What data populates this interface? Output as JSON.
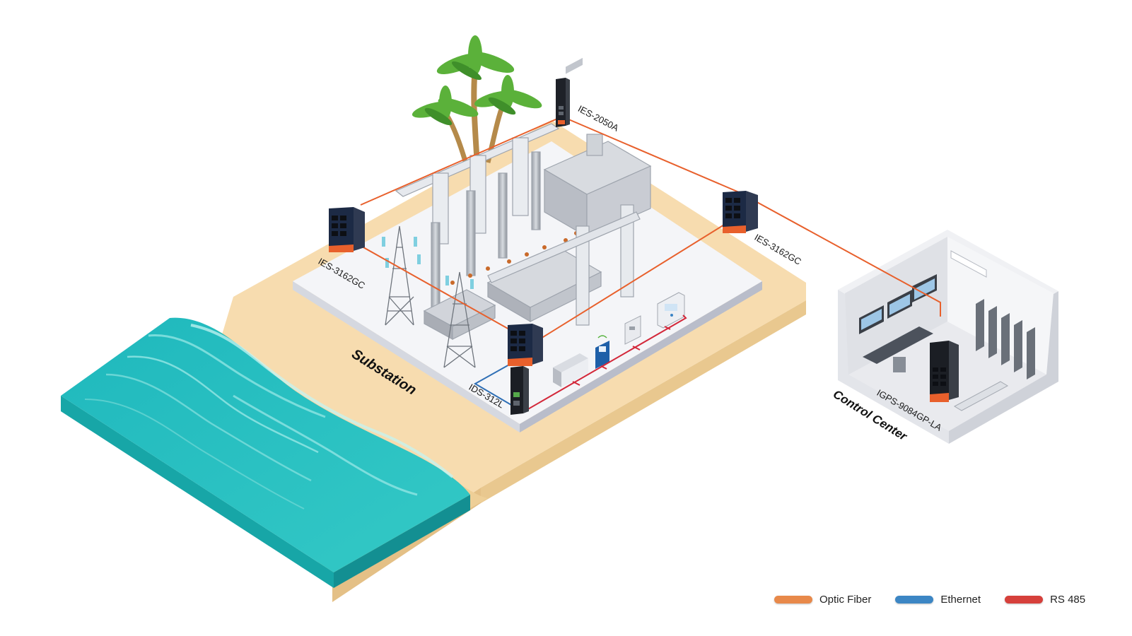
{
  "labels": {
    "ies2050a": "IES-2050A",
    "ies3162gc_left": "IES-3162GC",
    "ies3162gc_right": "IES-3162GC",
    "ids312l": "IDS-312L",
    "igps9084": "IGPS-9084GP-LA",
    "substation": "Substation",
    "control_center": "Control Center"
  },
  "legend": [
    {
      "label": "Optic Fiber",
      "color": "#e8894a"
    },
    {
      "label": "Ethernet",
      "color": "#3c86c4"
    },
    {
      "label": "RS 485",
      "color": "#d6403b"
    }
  ],
  "colors": {
    "optic_fiber": "#e8602c",
    "ethernet": "#2f6fb5",
    "rs485": "#d3283a",
    "sea": "#2cc0c3",
    "sand": "#f7dcaf",
    "platform": "#f4f5f8"
  }
}
